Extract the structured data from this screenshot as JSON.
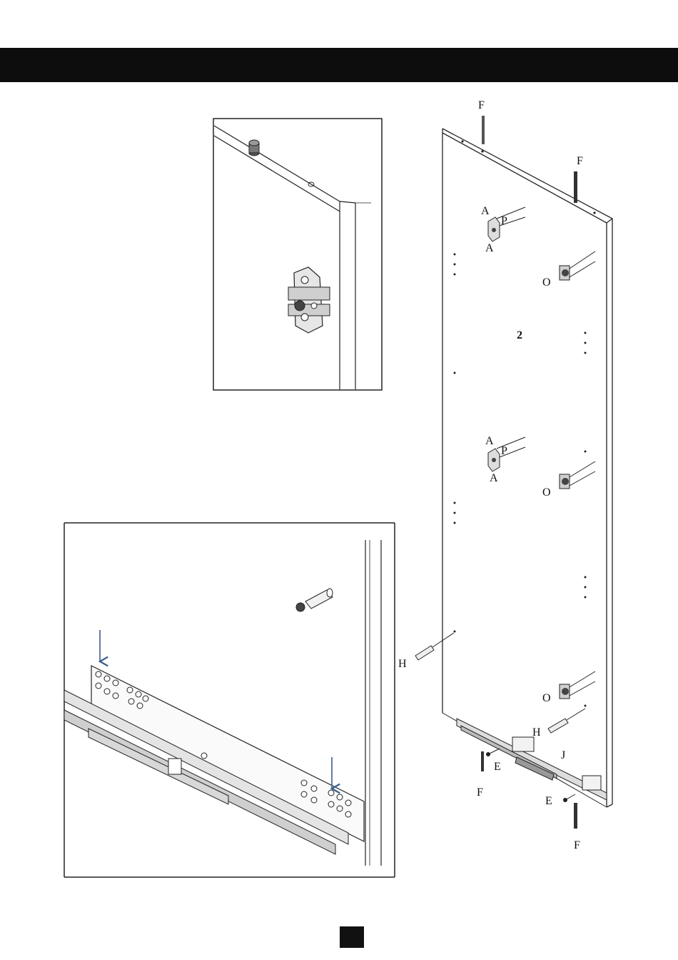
{
  "labels": {
    "f_top_1": "F",
    "f_top_2": "F",
    "a_1": "A",
    "p_1": "P",
    "a_2": "A",
    "o_1": "O",
    "number_2": "2",
    "a_3": "A",
    "p_2": "P",
    "a_4": "A",
    "o_2": "O",
    "h_1": "H",
    "o_3": "O",
    "h_2": "H",
    "j": "J",
    "e_1": "E",
    "f_bottom_1": "F",
    "e_2": "E",
    "f_bottom_2": "F"
  },
  "colors": {
    "header": "#0d0d0d",
    "line": "#222222",
    "arrow": "#3a5f8a"
  }
}
